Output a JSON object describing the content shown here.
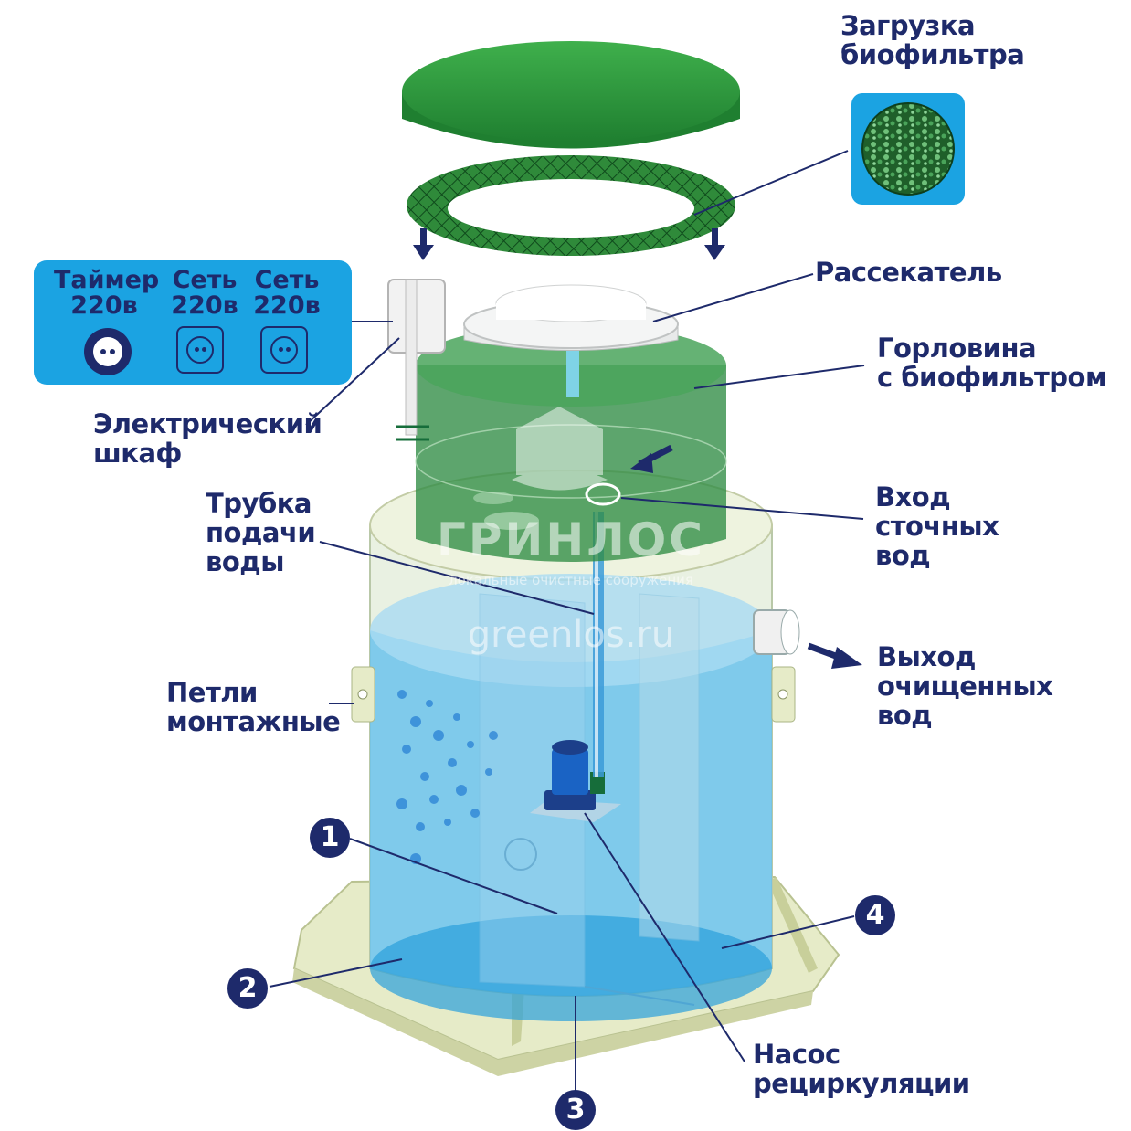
{
  "labels": {
    "biofilter_load": [
      "Загрузка",
      "биофильтра"
    ],
    "splitter": [
      "Рассекатель"
    ],
    "neck": [
      "Горловина",
      "с биофильтром"
    ],
    "cabinet": [
      "Электрический",
      "шкаф"
    ],
    "pipe": [
      "Трубка",
      "подачи",
      "воды"
    ],
    "inlet": [
      "Вход",
      "сточных",
      "вод"
    ],
    "outlet": [
      "Выход",
      "очищенных",
      "вод"
    ],
    "loops": [
      "Петли",
      "монтажные"
    ],
    "pump": [
      "Насос",
      "рециркуляции"
    ]
  },
  "panel": {
    "sockets": [
      {
        "line1": "Таймер",
        "line2": "220в",
        "icon": "round-socket-icon"
      },
      {
        "line1": "Сеть",
        "line2": "220в",
        "icon": "square-socket-icon"
      },
      {
        "line1": "Сеть",
        "line2": "220в",
        "icon": "square-socket-icon"
      }
    ]
  },
  "watermark": {
    "brand": "ГРИНЛОС",
    "tagline": "локальные очистные сооружения",
    "url": "greenlos.ru"
  },
  "badges": [
    "1",
    "2",
    "3",
    "4"
  ],
  "colors": {
    "navy": "#1e2a6b",
    "blue": "#1ba3e2",
    "green": "#2e9a3c",
    "water": "#55b8e8"
  }
}
